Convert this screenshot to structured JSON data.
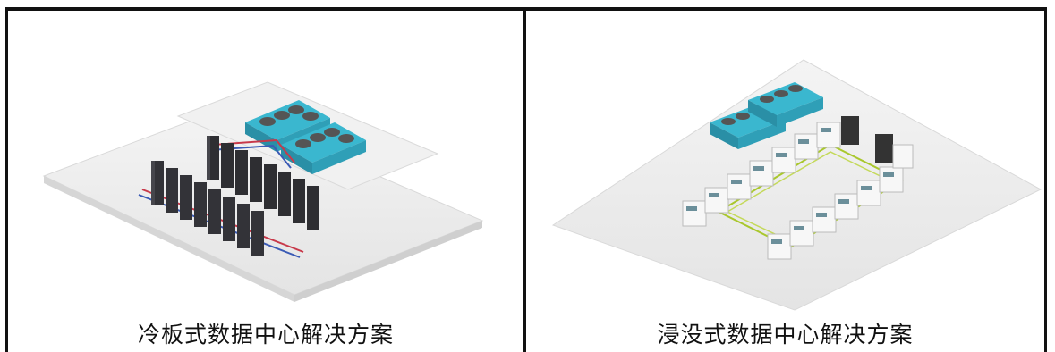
{
  "panels": [
    {
      "caption": "冷板式数据中心解决方案",
      "illustration": "cold-plate-datacenter-isometric"
    },
    {
      "caption": "浸没式数据中心解决方案",
      "illustration": "immersion-datacenter-isometric"
    }
  ],
  "colors": {
    "floor": "#eeeeee",
    "rack": "#2e2e32",
    "cooler": "#3ab7cf",
    "tank": "#f4f4f4",
    "pipe_hot": "#c8394a",
    "pipe_cold": "#3b5bb5",
    "pipe_green": "#a9c72c"
  }
}
